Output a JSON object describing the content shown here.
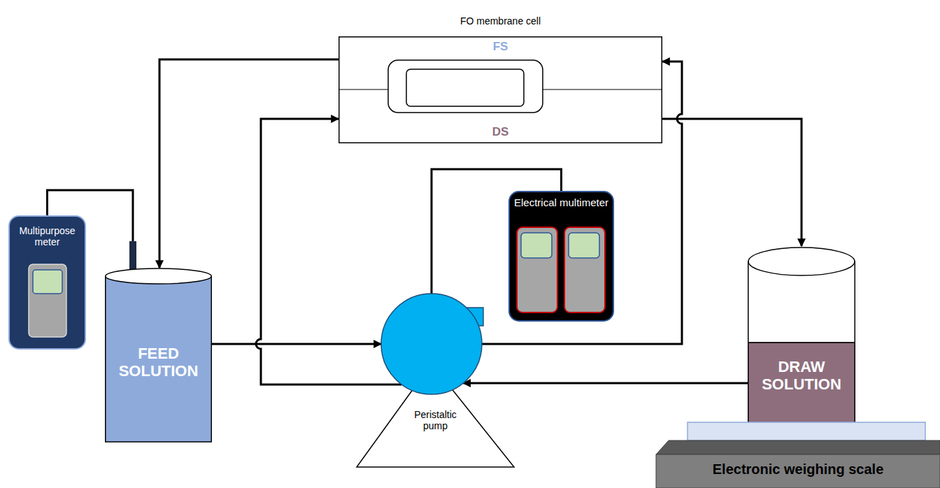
{
  "diagram": {
    "nodes": [
      {
        "text": [
          "FO membrane cell",
          "FS",
          "DS"
        ]
      },
      {
        "text": [
          "Multipurpose meter"
        ]
      },
      {
        "text": [
          "FEED SOLUTION"
        ]
      },
      {
        "text": [
          "Peristaltic pump"
        ]
      },
      {
        "text": [
          "Electrical multimeter"
        ]
      },
      {
        "text": [
          "DRAW SOLUTION"
        ]
      },
      {
        "text": [
          "Electronic weighing scale"
        ]
      }
    ],
    "edges": [
      {
        "from": 0,
        "to": 2,
        "arrow": "to"
      },
      {
        "from": 2,
        "to": 3,
        "arrow": "to"
      },
      {
        "from": 3,
        "to": 0,
        "arrow": "to"
      },
      {
        "from": 5,
        "to": 3,
        "arrow": "to"
      },
      {
        "from": 3,
        "to": 0,
        "arrow": "to"
      },
      {
        "from": 0,
        "to": 5,
        "arrow": "to"
      },
      {
        "from": 1,
        "to": 2,
        "arrow": "none"
      },
      {
        "from": 4,
        "to": 3,
        "arrow": "none"
      }
    ]
  }
}
